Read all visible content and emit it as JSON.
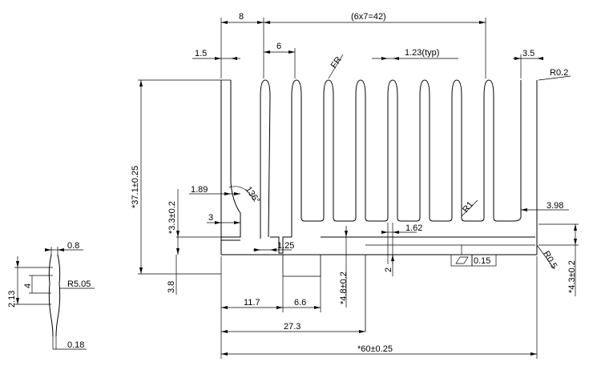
{
  "drawing": {
    "labels": {
      "d_8": "8",
      "d_6x7": "(6x7=42)",
      "d_1_5": "1.5",
      "d_6": "6",
      "d_fr": "FR",
      "d_1_23": "1.23(typ)",
      "d_3_5": "3.5",
      "d_r0_2": "R0.2",
      "d_37_1": "*37.1±0.25",
      "d_1_89": "1.89",
      "d_136": "136°",
      "d_3_3": "*3.3±0.2",
      "d_3": "3",
      "d_r1": "R1",
      "d_3_98": "3.98",
      "d_1_25": "1.25",
      "d_1_62": "1.62",
      "d_0_15": "0.15",
      "d_r0_5": "R0.5",
      "d_4_8": "*4.8±0.2",
      "d_2": "2",
      "d_4_3": "*4.3±0.2",
      "d_3_8": "3.8",
      "d_11_7": "11.7",
      "d_6_6": "6.6",
      "d_27_3": "27.3",
      "d_60": "*60±0.25",
      "s_0_8": "0.8",
      "s_2_13": "2.13",
      "s_4": "4",
      "s_r5_05": "R5.05",
      "s_0_18": "0.18"
    }
  }
}
